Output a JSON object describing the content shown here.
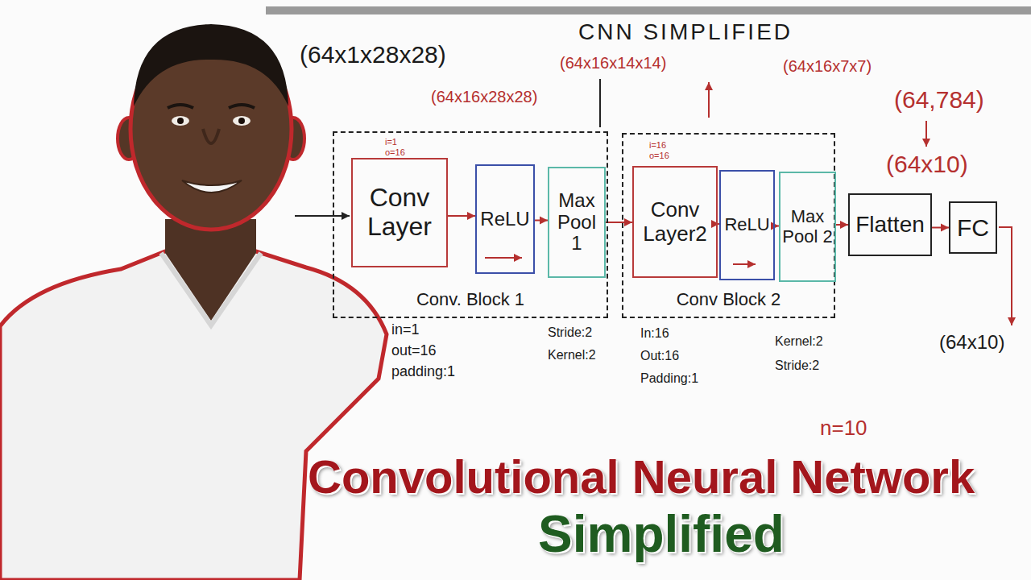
{
  "diagram": {
    "title": "CNN SIMPLIFIED",
    "nodes": [
      {
        "text": [
          "Conv. Block 1"
        ]
      },
      {
        "text": [
          "Conv Layer"
        ],
        "in": 0
      },
      {
        "text": [
          "ReLU"
        ],
        "in": 0
      },
      {
        "text": [
          "Max Pool 1"
        ],
        "in": 0
      },
      {
        "text": [
          "Conv Block 2"
        ]
      },
      {
        "text": [
          "Conv Layer2"
        ],
        "in": 4
      },
      {
        "text": [
          "ReLU"
        ],
        "in": 4
      },
      {
        "text": [
          "Max Pool 2"
        ],
        "in": 4
      },
      {
        "text": [
          "Flatten"
        ]
      },
      {
        "text": [
          "FC"
        ]
      }
    ],
    "edges": [
      {
        "from": 1,
        "to": 2,
        "arrow": "to"
      },
      {
        "from": 2,
        "to": 3,
        "arrow": "to"
      },
      {
        "from": 3,
        "to": 5,
        "arrow": "to"
      },
      {
        "from": 5,
        "to": 6,
        "arrow": "to"
      },
      {
        "from": 6,
        "to": 7,
        "arrow": "to"
      },
      {
        "from": 7,
        "to": 8,
        "arrow": "to"
      },
      {
        "from": 8,
        "to": 9,
        "arrow": "to"
      }
    ],
    "labels": [
      "(64x1x28x28)",
      "(64x16x28x28)",
      "(64x16x14x14)",
      "(64x16x7x7)",
      "(64,784)",
      "(64x10)",
      "(64x10)",
      "i=1",
      "o=16",
      "i=16",
      "o=16",
      "in=1",
      "out=16",
      "padding:1",
      "Stride:2",
      "Kernel:2",
      "In:16",
      "Out:16",
      "Padding:1",
      "Kernel:2",
      "Stride:2",
      "n=10",
      "Convolutional Neural Network",
      "Simplified"
    ]
  }
}
